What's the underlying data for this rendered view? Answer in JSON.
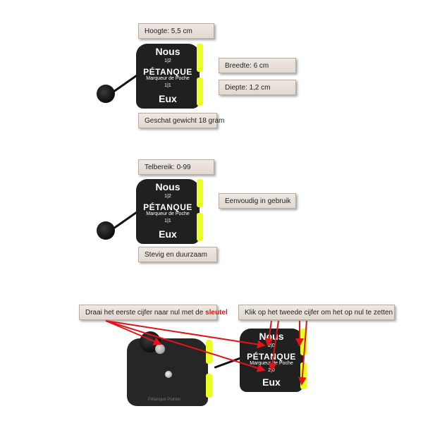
{
  "labels": {
    "hoogte": "Hoogte: 5,5 cm",
    "breedte": "Breedte: 6 cm",
    "diepte": "Diepte: 1,2 cm",
    "gewicht": "Geschat gewicht 18 gram",
    "telbereik": "Telbereik: 0-99",
    "eenvoudig": "Eenvoudig in gebruik",
    "stevig": "Stevig en duurzaam",
    "draai_prefix": "Draai het eerste cijfer naar nul met de ",
    "draai_key": "sleutel",
    "klik": "Klik op het tweede cijfer om het op nul te zetten"
  },
  "device": {
    "top": "Nous",
    "bottom": "Eux",
    "brand": "PÉTANQUE",
    "subtitle": "Marqueur de Poche",
    "digits_top_1": "1",
    "digits_top_2": "2",
    "digits_bottom_1": "1",
    "digits_bottom_2": "1",
    "reset_top_1": "2",
    "reset_top_2": "0",
    "reset_bottom_1": "2",
    "reset_bottom_2": "0"
  },
  "back": {
    "text": "Pétanque Pointer"
  },
  "colors": {
    "accent_yellow": "#e9ff24",
    "arrow_red": "#e0141b",
    "label_bg": "#e8e0d8"
  }
}
